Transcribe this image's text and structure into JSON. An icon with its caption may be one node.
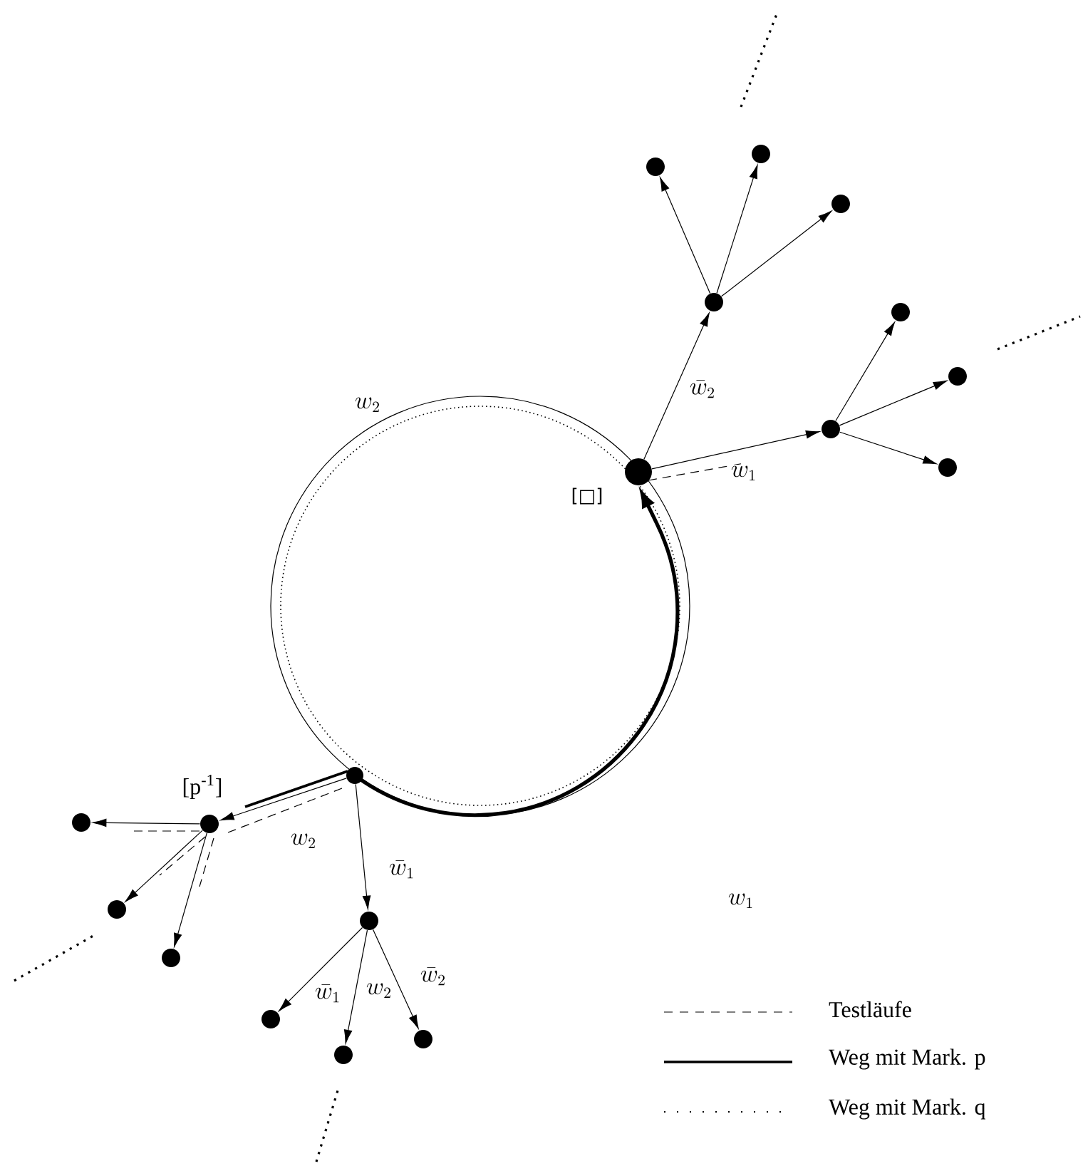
{
  "diagram": {
    "nodes": [
      {
        "text": [],
        "shape": "circle",
        "beside": [
          "[□]"
        ]
      },
      {
        "text": [],
        "shape": "circle"
      },
      {
        "text": [],
        "shape": "circle"
      },
      {
        "text": [],
        "shape": "circle"
      },
      {
        "text": [],
        "shape": "circle"
      },
      {
        "text": [],
        "shape": "circle"
      },
      {
        "text": [],
        "shape": "circle"
      },
      {
        "text": [],
        "shape": "circle"
      },
      {
        "text": [],
        "shape": "circle"
      },
      {
        "text": [],
        "shape": "circle"
      },
      {
        "text": [],
        "shape": "circle",
        "beside": [
          "[p$^{-1}$]"
        ]
      },
      {
        "text": [],
        "shape": "circle"
      },
      {
        "text": [],
        "shape": "circle"
      },
      {
        "text": [],
        "shape": "circle"
      },
      {
        "text": [],
        "shape": "circle"
      },
      {
        "text": [],
        "shape": "circle"
      },
      {
        "text": [],
        "shape": "circle"
      },
      {
        "text": [],
        "shape": "circle"
      }
    ],
    "edges": [
      {
        "from": 0,
        "to": 1,
        "arrow": "to",
        "label": "\\bar{w}_2"
      },
      {
        "from": 0,
        "to": 5,
        "arrow": "to",
        "label": "w_1"
      },
      {
        "from": 1,
        "to": 2,
        "arrow": "to"
      },
      {
        "from": 1,
        "to": 3,
        "arrow": "to"
      },
      {
        "from": 1,
        "to": 4,
        "arrow": "to"
      },
      {
        "from": 5,
        "to": 6,
        "arrow": "to"
      },
      {
        "from": 5,
        "to": 7,
        "arrow": "to"
      },
      {
        "from": 5,
        "to": 8,
        "arrow": "to"
      },
      {
        "from": 9,
        "to": 0,
        "arrow": "to",
        "style": "thick"
      },
      {
        "from": 9,
        "to": 10,
        "arrow": "to",
        "label": "w_2"
      },
      {
        "from": 9,
        "to": 14,
        "arrow": "to",
        "label": "\\bar{w}_1"
      },
      {
        "from": 10,
        "to": 11,
        "arrow": "to"
      },
      {
        "from": 10,
        "to": 12,
        "arrow": "to"
      },
      {
        "from": 10,
        "to": 13,
        "arrow": "to"
      },
      {
        "from": 14,
        "to": 15,
        "arrow": "to",
        "label": "\\bar{w}_1"
      },
      {
        "from": 14,
        "to": 16,
        "arrow": "to",
        "label": "w_2"
      },
      {
        "from": 14,
        "to": 17,
        "arrow": "to",
        "label": "\\bar{w}_2"
      }
    ],
    "labels": [
      "w_2",
      "w_1"
    ],
    "legend": [
      {
        "text": "Testläufe"
      },
      {
        "text": "Weg mit Mark. p"
      },
      {
        "text": "Weg mit Mark. q"
      }
    ]
  }
}
